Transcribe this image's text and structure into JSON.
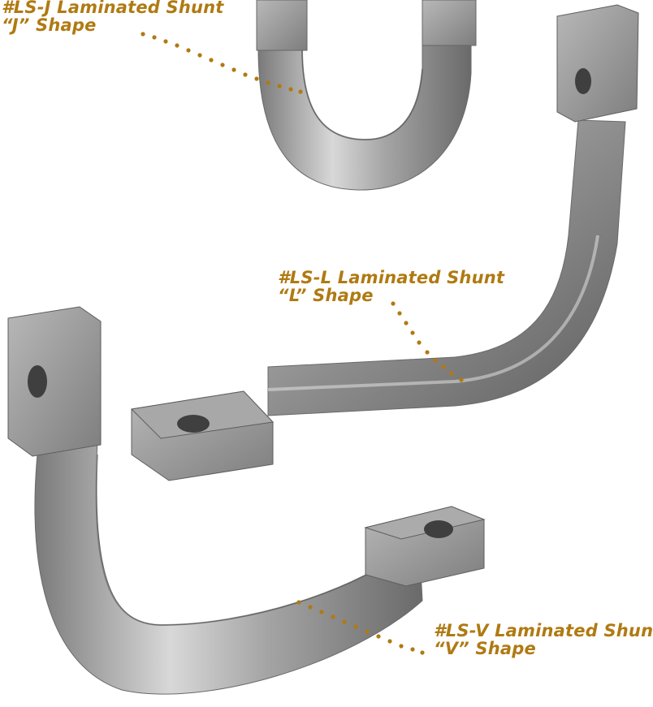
{
  "labels": {
    "j": {
      "title": "#LS-J Laminated Shunt",
      "shape": "“J” Shape"
    },
    "l": {
      "title": "#LS-L Laminated Shunt",
      "shape": "“L” Shape"
    },
    "v": {
      "title": "#LS-V Laminated Shunt",
      "shape": "“V” Shape"
    }
  },
  "colors": {
    "label_text": "#b07a12",
    "leader_dots": "#b07a12",
    "metal_light": "#e2e2e2",
    "metal_mid": "#a9a9a9",
    "metal_dark": "#6e6e6e",
    "background": "#ffffff"
  }
}
